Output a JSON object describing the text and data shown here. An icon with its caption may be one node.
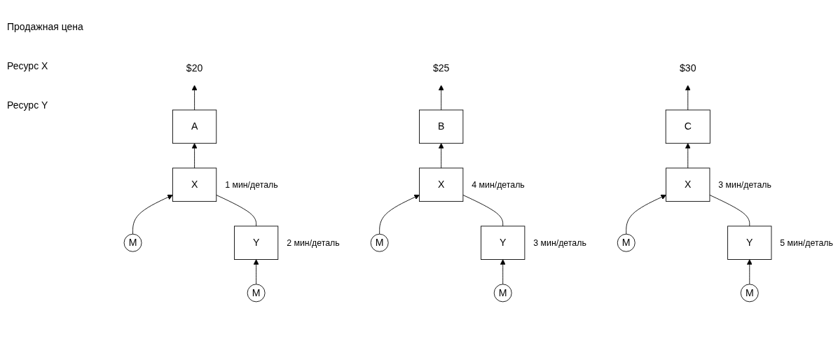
{
  "diagram": {
    "nodes": [
      {
        "text": [
          "$20"
        ]
      },
      {
        "text": [
          "A"
        ]
      },
      {
        "text": [
          "X"
        ],
        "beside": [
          "1 мин/деталь"
        ]
      },
      {
        "text": [
          "M"
        ]
      },
      {
        "text": [
          "Y"
        ],
        "beside": [
          "2 мин/деталь"
        ]
      },
      {
        "text": [
          "M"
        ]
      },
      {
        "text": [
          "$25"
        ]
      },
      {
        "text": [
          "B"
        ]
      },
      {
        "text": [
          "X"
        ],
        "beside": [
          "4 мин/деталь"
        ]
      },
      {
        "text": [
          "M"
        ]
      },
      {
        "text": [
          "Y"
        ],
        "beside": [
          "3 мин/деталь"
        ]
      },
      {
        "text": [
          "M"
        ]
      },
      {
        "text": [
          "$30"
        ]
      },
      {
        "text": [
          "C"
        ]
      },
      {
        "text": [
          "X"
        ],
        "beside": [
          "3 мин/деталь"
        ]
      },
      {
        "text": [
          "M"
        ]
      },
      {
        "text": [
          "Y"
        ],
        "beside": [
          "5 мин/деталь"
        ]
      },
      {
        "text": [
          "M"
        ]
      }
    ],
    "edges": [
      {
        "from": 1,
        "to": 0,
        "arrow": "to"
      },
      {
        "from": 2,
        "to": 1,
        "arrow": "to"
      },
      {
        "from": 3,
        "to": 2,
        "arrow": "to"
      },
      {
        "from": 4,
        "to": 2,
        "arrow": "none"
      },
      {
        "from": 5,
        "to": 4,
        "arrow": "to"
      },
      {
        "from": 7,
        "to": 6,
        "arrow": "to"
      },
      {
        "from": 8,
        "to": 7,
        "arrow": "to"
      },
      {
        "from": 9,
        "to": 8,
        "arrow": "to"
      },
      {
        "from": 10,
        "to": 8,
        "arrow": "none"
      },
      {
        "from": 11,
        "to": 10,
        "arrow": "to"
      },
      {
        "from": 13,
        "to": 12,
        "arrow": "to"
      },
      {
        "from": 14,
        "to": 13,
        "arrow": "to"
      },
      {
        "from": 15,
        "to": 14,
        "arrow": "to"
      },
      {
        "from": 16,
        "to": 14,
        "arrow": "none"
      },
      {
        "from": 17,
        "to": 16,
        "arrow": "to"
      }
    ],
    "labels": [
      "Продажная цена",
      "Ресурс X",
      "Ресурс Y"
    ]
  }
}
